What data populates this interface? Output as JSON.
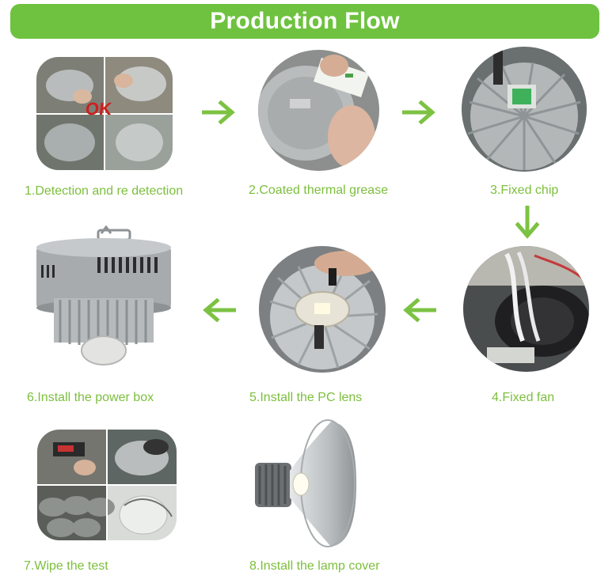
{
  "title": "Production Flow",
  "colors": {
    "accent": "#6ec23f",
    "caption": "#7cbf3c",
    "arrow": "#7cc242"
  },
  "steps": [
    {
      "label": "1.Detection and re detection"
    },
    {
      "label": "2.Coated thermal grease"
    },
    {
      "label": "3.Fixed chip"
    },
    {
      "label": "4.Fixed fan"
    },
    {
      "label": "5.Install the PC lens"
    },
    {
      "label": "6.Install the power box"
    },
    {
      "label": "7.Wipe the test"
    },
    {
      "label": "8.Install the lamp cover"
    }
  ],
  "step1_overlay_text": "OK",
  "arrows": [
    "arrow-right",
    "arrow-right",
    "arrow-down",
    "arrow-left",
    "arrow-left"
  ]
}
